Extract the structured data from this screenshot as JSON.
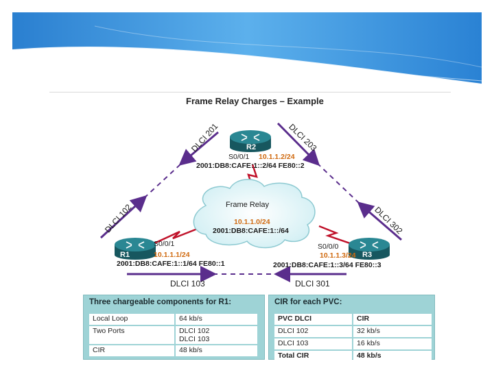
{
  "title": "Frame Relay Charges – Example",
  "cloud_label": "Frame Relay",
  "cloud_ipv4": "10.1.1.0/24",
  "cloud_ipv6": "2001:DB8:CAFE:1::/64",
  "routers": {
    "r1": {
      "name": "R1",
      "interface": "S0/0/1",
      "ipv4": "10.1.1.1/24",
      "ipv6": "2001:DB8:CAFE:1::1/64 FE80::1"
    },
    "r2": {
      "name": "R2",
      "interface": "S0/0/1",
      "ipv4": "10.1.1.2/24",
      "ipv6": "2001:DB8:CAFE:1::2/64 FE80::2"
    },
    "r3": {
      "name": "R3",
      "interface": "S0/0/0",
      "ipv4": "10.1.1.3/24",
      "ipv6": "2001:DB8:CAFE:1::3/64 FE80::3"
    }
  },
  "dlci": {
    "r2_left": "DLCI 201",
    "r2_right": "DLCI 203",
    "r1_up": "DLCI 102",
    "r3_up": "DLCI 302",
    "r1_right": "DLCI 103",
    "r3_left": "DLCI 301"
  },
  "left_table": {
    "header": "Three chargeable components for R1:",
    "rows": [
      {
        "item": "Local Loop",
        "value": "64 kb/s"
      },
      {
        "item": "Two Ports",
        "value_1": "DLCI 102",
        "value_2": "DLCI 103"
      },
      {
        "item": "CIR",
        "value": "48 kb/s"
      }
    ]
  },
  "right_table": {
    "header": "CIR for each PVC:",
    "columns": [
      "PVC DLCI",
      "CIR"
    ],
    "rows": [
      {
        "dlci": "DLCI 102",
        "cir": "32 kb/s"
      },
      {
        "dlci": "DLCI 103",
        "cir": "16 kb/s"
      }
    ],
    "total": {
      "label": "Total CIR",
      "value": "48 kb/s"
    }
  },
  "colors": {
    "pvc_line": "#5a2d8c",
    "access_link": "#c0122a",
    "ip_address": "#d06a10",
    "router": "#1f6e78",
    "table_header": "#9ed3d6",
    "banner": "#2e86d4"
  }
}
